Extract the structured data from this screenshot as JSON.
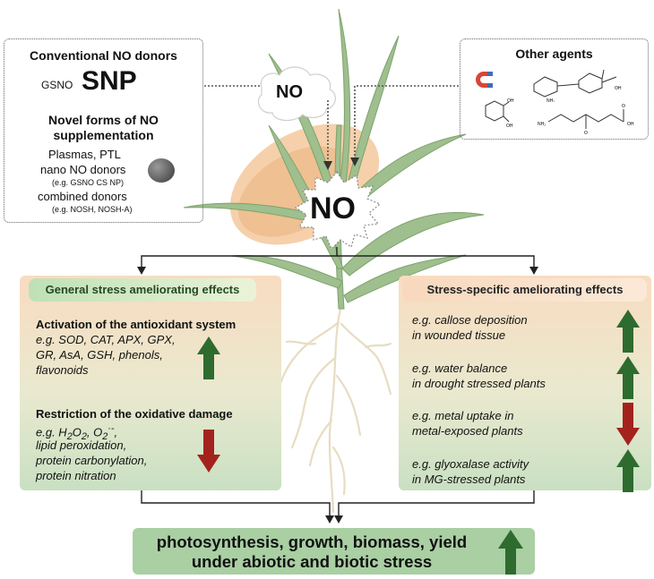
{
  "colors": {
    "arrow_up": "#2e6b2f",
    "arrow_down": "#a3231c",
    "panel_green": "#a9cfa3",
    "panel_peach": "#f8dcc0",
    "seed": "#f2c08f",
    "plant": "#8fb47e"
  },
  "no_cloud": "NO",
  "no_center": "NO",
  "donors": {
    "title": "Conventional NO donors",
    "gsno": "GSNO",
    "snp": "SNP",
    "novel_title_1": "Novel forms of NO",
    "novel_title_2": "supplementation",
    "plasmas": "Plasmas, PTL",
    "nano": "nano NO donors",
    "nano_eg": "(e.g. GSNO CS NP)",
    "combined": "combined donors",
    "combined_eg": "(e.g. NOSH, NOSH-A)"
  },
  "agents": {
    "title": "Other agents",
    "magnet_icon": "magnet-icon",
    "structures": [
      "salicylic-acid-structure",
      "chitosan-structure",
      "aminolevulinic-acid-structure"
    ]
  },
  "general": {
    "title": "General stress ameliorating effects",
    "antiox_title": "Activation of the antioxidant system",
    "antiox_lines": [
      "e.g. SOD, CAT, APX, GPX,",
      "GR, AsA, GSH, phenols,",
      "flavonoids"
    ],
    "oxid_title": "Restriction of the oxidative damage",
    "oxid_eg": "e.g. H",
    "oxid_lines": [
      "lipid peroxidation,",
      "protein carbonylation,",
      "protein nitration"
    ]
  },
  "specific": {
    "title": "Stress-specific ameliorating effects",
    "items": [
      {
        "l1": "e.g. callose deposition",
        "l2": "in wounded tissue",
        "dir": "up"
      },
      {
        "l1": "e.g. water balance",
        "l2": "in drought stressed plants",
        "dir": "up"
      },
      {
        "l1": "e.g. metal uptake in",
        "l2": "metal-exposed plants",
        "dir": "down"
      },
      {
        "l1": "e.g. glyoxalase activity",
        "l2": "in MG-stressed plants",
        "dir": "up"
      }
    ]
  },
  "result": {
    "line1": "photosynthesis, growth, biomass, yield",
    "line2": "under abiotic and biotic stress"
  }
}
